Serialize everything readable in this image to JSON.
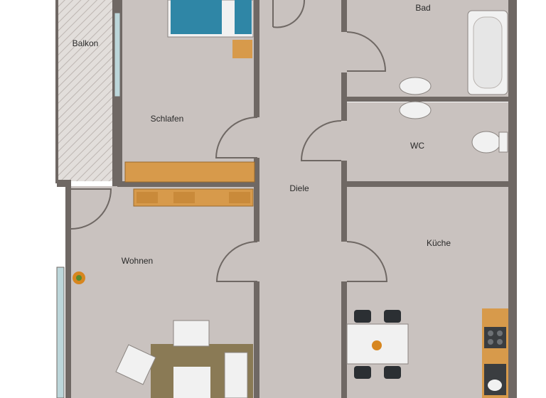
{
  "colors": {
    "floor": "#c9c2bf",
    "wall": "#6f6864",
    "balcony": "#d9d5d2",
    "wood": "#d79a4b",
    "blue": "#2f86a6",
    "fixture": "#f1f1f1"
  },
  "rooms": {
    "balkon": "Balkon",
    "schlafen": "Schlafen",
    "bad": "Bad",
    "wc": "WC",
    "diele": "Diele",
    "wohnen": "Wohnen",
    "kueche": "Küche"
  }
}
